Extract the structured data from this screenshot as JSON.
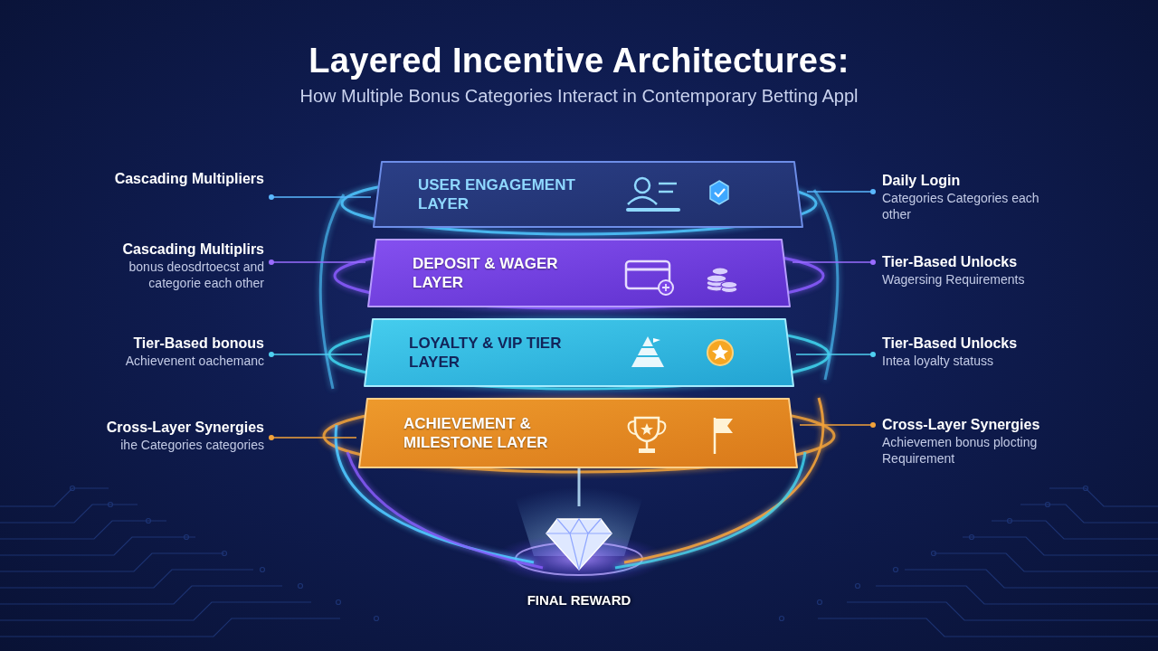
{
  "diagram": {
    "title": "Layered Incentive Architectures:",
    "nodes": [
      {
        "text": [
          "USER ENGAGEMENT LAYER"
        ]
      },
      {
        "text": [
          "DEPOSIT & WAGER LAYER"
        ]
      },
      {
        "text": [
          "LOYALTY & VIP TIER LAYER"
        ]
      },
      {
        "text": [
          "ACHIEVEMENT & MILESTONE LAYER"
        ]
      },
      {
        "text": [
          "FINAL REWARD"
        ]
      }
    ],
    "edges": [
      {
        "from": 3,
        "to": 4,
        "arrow": "none"
      }
    ],
    "labels": [
      "How Multiple Bonus Categories Interact in Contemporary Betting Appl",
      "Cascading Multipliers",
      "Daily Login",
      "Categories Categories each other",
      "Cascading Multiplirs",
      "bonus deosdrtoecst and categorie each other",
      "Tier-Based Unlocks",
      "Wagersing Requirements",
      "Tier-Based bonous",
      "Achievenent oachemanc",
      "Tier-Based Unlocks",
      "Intea loyalty statuss",
      "Cross-Layer Synergies",
      "ihe Categories categories",
      "Cross-Layer Synergies",
      "Achievemen bonus plocting Requirement"
    ]
  }
}
